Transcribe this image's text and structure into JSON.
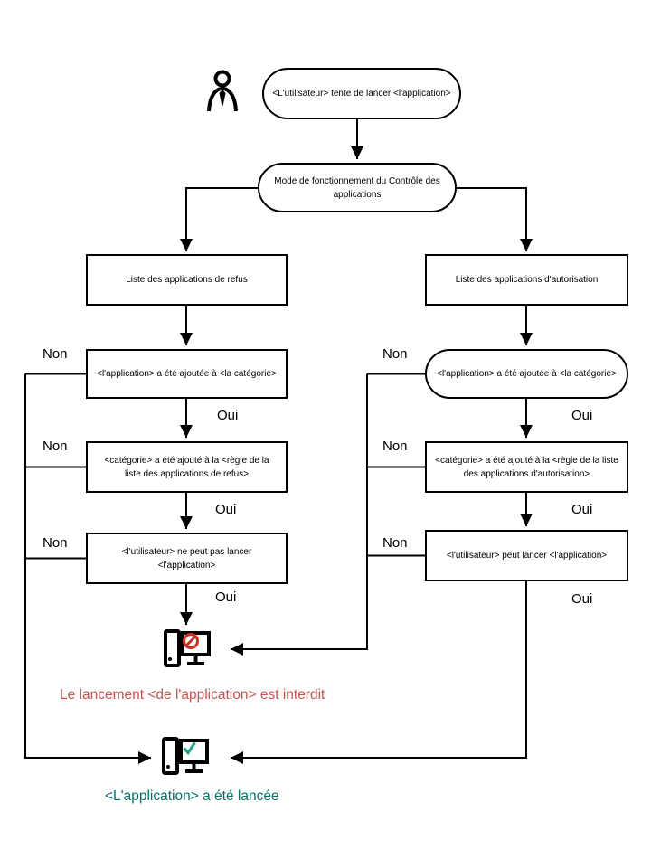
{
  "diagram": {
    "nodes": {
      "start": "<L'utilisateur> tente de lancer <l'application>",
      "mode": "Mode de fonctionnement du Contrôle des applications",
      "deny_list": "Liste des applications de refus",
      "deny_app_in_category": "<l'application> a été ajoutée à <la catégorie>",
      "deny_category_in_rule": "<catégorie> a été ajouté à la <règle de la liste des applications de refus>",
      "deny_user_cannot_launch": "<l'utilisateur> ne peut pas lancer <l'application>",
      "allow_list": "Liste des applications d'autorisation",
      "allow_app_in_category": "<l'application> a été ajoutée à <la catégorie>",
      "allow_category_in_rule": "<catégorie> a été ajouté à la <règle de la liste des applications d'autorisation>",
      "allow_user_can_launch": "<l'utilisateur> peut lancer <l'application>"
    },
    "labels": {
      "yes": "Oui",
      "no": "Non"
    },
    "outcomes": {
      "blocked": "Le lancement <de l'application> est interdit",
      "launched": "<L'application> a été lancée"
    },
    "icons": {
      "user": "user-icon",
      "computer_blocked": "computer-blocked-icon",
      "computer_launched": "computer-launched-icon"
    },
    "colors": {
      "line": "#000000",
      "node_border": "#000000",
      "blocked_text": "#c9534f",
      "launched_text": "#00756a",
      "prohibit_icon": "#d52b1e",
      "check_icon": "#1fa588"
    }
  }
}
